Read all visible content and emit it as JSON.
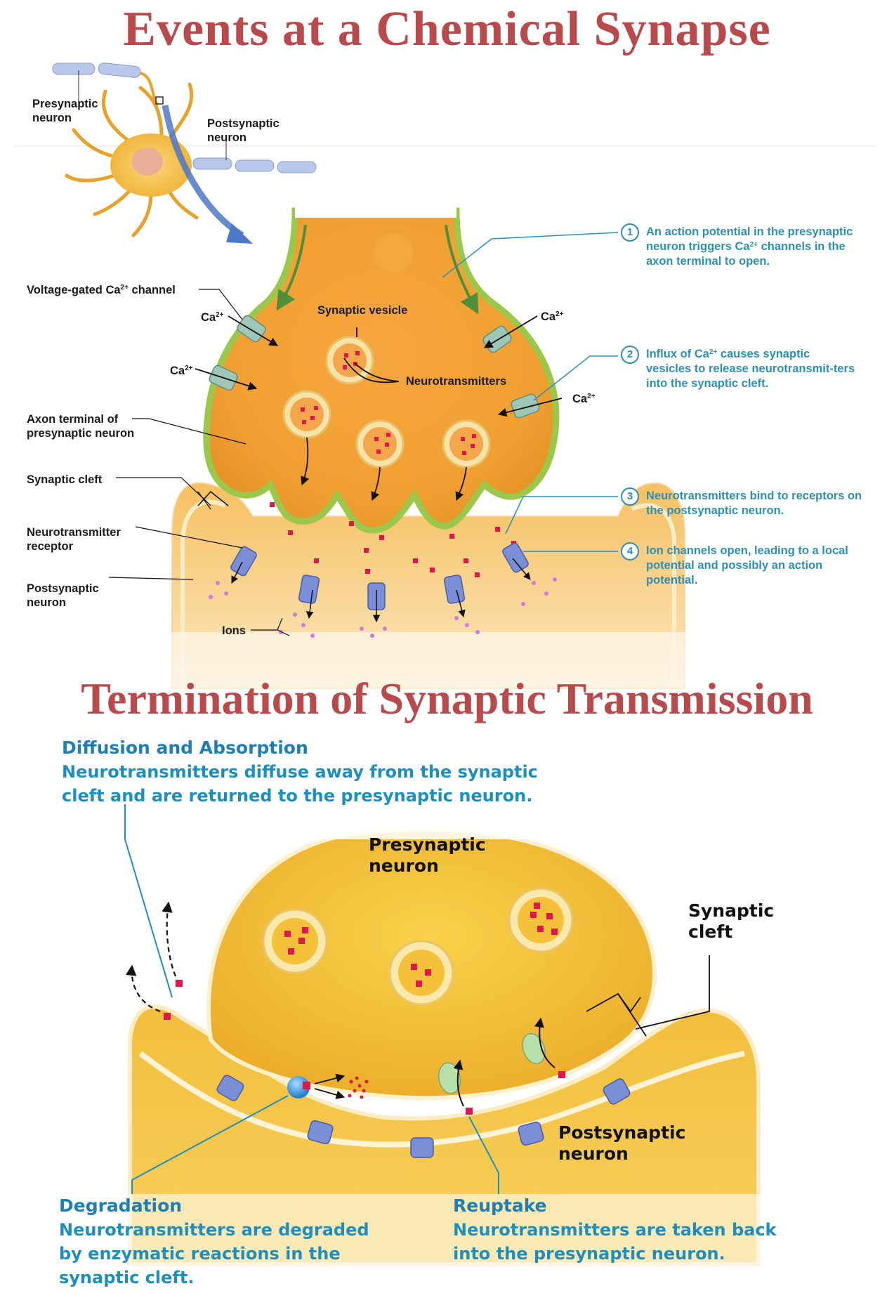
{
  "titles": {
    "top": "Events at a Chemical Synapse",
    "bottom": "Termination of Synaptic Transmission"
  },
  "top_labels": {
    "presynaptic_neuron": "Presynaptic neuron",
    "postsynaptic_neuron_small": "Postsynaptic neuron",
    "voltage_gated": "Voltage-gated Ca2+ channel",
    "synaptic_vesicle": "Synaptic vesicle",
    "neurotransmitters": "Neurotransmitters",
    "axon_terminal": "Axon terminal of presynaptic neuron",
    "synaptic_cleft": "Synaptic cleft",
    "nt_receptor": "Neurotransmitter receptor",
    "postsynaptic_neuron": "Postsynaptic neuron",
    "ions": "Ions",
    "ca": "Ca2+"
  },
  "steps": [
    {
      "num": "1",
      "text": "An action potential in the presynaptic neuron triggers Ca2+ channels in the axon terminal to open."
    },
    {
      "num": "2",
      "text": "Influx of Ca2+ causes synaptic vesicles to release neurotransmit-ters into the synaptic cleft."
    },
    {
      "num": "3",
      "text": "Neurotransmitters bind to receptors on the postsynaptic neuron."
    },
    {
      "num": "4",
      "text": "Ion channels open, leading to a local potential and possibly an action potential."
    }
  ],
  "bottom": {
    "diffusion_head": "Diffusion and Absorption",
    "diffusion_text": "Neurotransmitters diffuse away from the synaptic cleft and are returned to the presynaptic neuron.",
    "presynaptic": "Presynaptic neuron",
    "synaptic_cleft": "Synaptic cleft",
    "postsynaptic": "Postsynaptic neuron",
    "degradation_head": "Degradation",
    "degradation_text": "Neurotransmitters are degraded by enzymatic reactions in the synaptic cleft.",
    "reuptake_head": "Reuptake",
    "reuptake_text": "Neurotransmitters are taken back into the presynaptic neuron."
  },
  "colors": {
    "title": "#b84a4b",
    "step_text": "#2c8fb5",
    "bottom_text": "#1d8fbe",
    "membrane": "#8bc34a",
    "neuron_fill": "#f2b53a",
    "transmitter": "#e0174f"
  }
}
